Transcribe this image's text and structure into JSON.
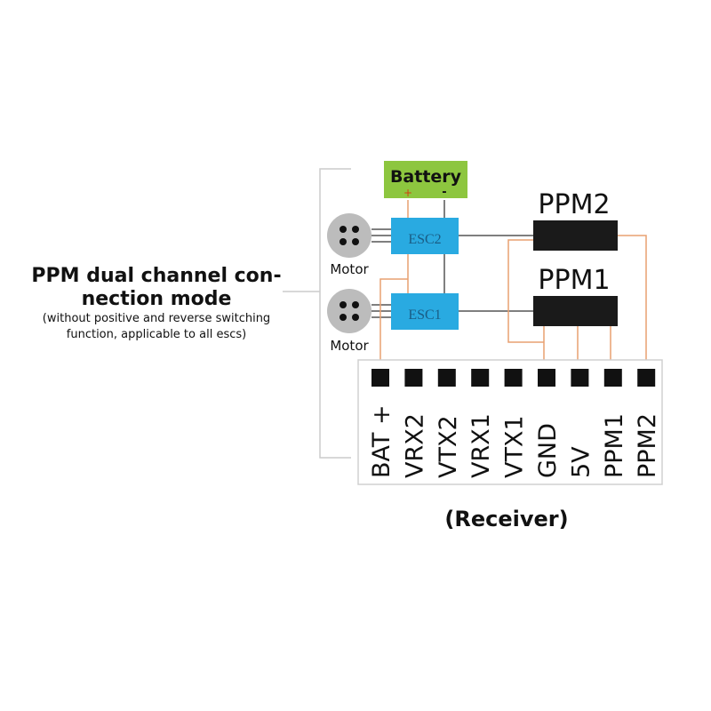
{
  "description": {
    "title_line1": "PPM dual channel con-",
    "title_line2": "nection mode",
    "subtitle_line1": "(without positive and reverse switching",
    "subtitle_line2": "function, applicable to all escs)"
  },
  "battery": {
    "label": "Battery",
    "plus": "+",
    "minus": "-"
  },
  "escs": [
    {
      "id": "esc2",
      "label": "ESC2"
    },
    {
      "id": "esc1",
      "label": "ESC1"
    }
  ],
  "motors": [
    {
      "id": "motor-top",
      "label": "Motor"
    },
    {
      "id": "motor-bottom",
      "label": "Motor"
    }
  ],
  "ppm_connectors": [
    {
      "id": "ppm2",
      "label": "PPM2"
    },
    {
      "id": "ppm1",
      "label": "PPM1"
    }
  ],
  "receiver": {
    "caption": "(Receiver)",
    "pins": [
      "BAT +",
      "VRX2",
      "VTX2",
      "VRX1",
      "VTX1",
      "GND",
      "5V",
      "PPM1",
      "PPM2"
    ]
  },
  "colors": {
    "battery": "#8dc63f",
    "esc": "#29aae1",
    "ppm_block": "#1a1a1a",
    "wire_orange": "#e8a070",
    "wire_gray": "#555555",
    "motor": "#bcbcbc"
  }
}
